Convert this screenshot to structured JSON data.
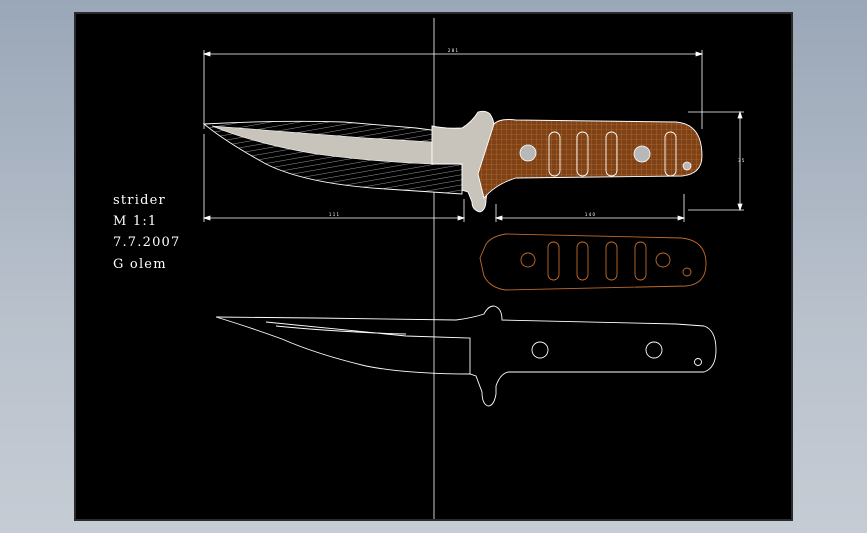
{
  "title_block": {
    "lines": [
      "strider",
      "M  1:1",
      "7.7.2007",
      "G olem"
    ]
  },
  "dimensions": {
    "overall_length": "2 8 1",
    "blade_length": "1 1 1",
    "handle_length": "1 4 0",
    "handle_height": "3 5"
  },
  "colors": {
    "background": "#000000",
    "lines": "#ffffff",
    "blade": "#c8c4bc",
    "handle": "#8a4a1c",
    "handle_grid": "#c47a3c",
    "scale_outline": "#c06a2a"
  }
}
